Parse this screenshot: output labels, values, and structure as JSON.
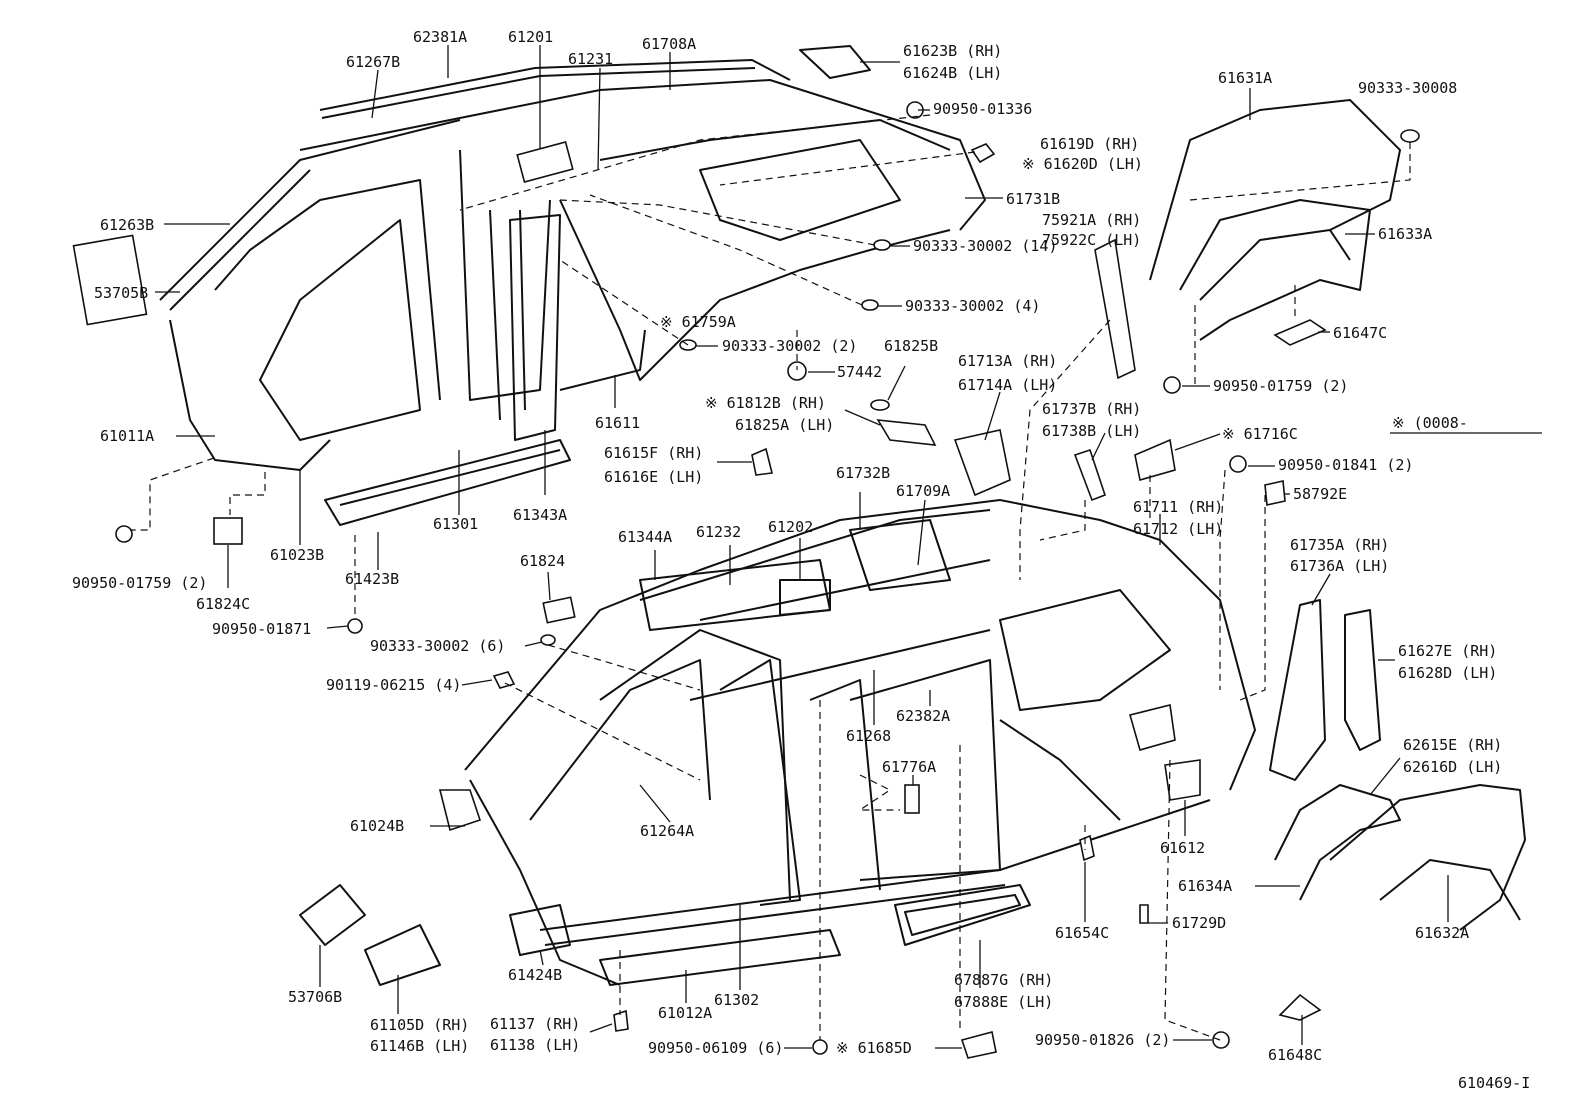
{
  "labels": [
    "62381A",
    "61201",
    "61708A",
    "61267B",
    "61231",
    "61623B (RH)",
    "61624B (LH)",
    "90950-01336",
    "61619D (RH)",
    "※ 61620D (LH)",
    "61731B",
    "61263B",
    "53705B",
    "61011A",
    "90333-30002 (14)",
    "90333-30002 (4)",
    "※ 61759A",
    "90333-30002 (2)",
    "57442",
    "61825B",
    "61611",
    "※ 61812B (RH)",
    "61825A (LH)",
    "61615F (RH)",
    "61616E (LH)",
    "61023B",
    "61301",
    "61343A",
    "61423B",
    "90950-01759 (2)",
    "61824C",
    "90950-01871",
    "61631A",
    "90333-30008",
    "61633A",
    "75921A (RH)",
    "75922C (LH)",
    "61647C",
    "90950-01759 (2)",
    "61713A (RH)",
    "61714A (LH)",
    "61737B (RH)",
    "61738B (LH)",
    "※ 61716C",
    "※ (0008-",
    "90950-01841 (2)",
    "58792E",
    "61711 (RH)",
    "61712 (LH)",
    "61735A (RH)",
    "61736A (LH)",
    "61627E (RH)",
    "61628D (LH)",
    "62615E (RH)",
    "62616D (LH)",
    "61732B",
    "61709A",
    "61344A",
    "61232",
    "61202",
    "61824",
    "90333-30002 (6)",
    "90119-06215 (4)",
    "61268",
    "62382A",
    "61776A",
    "61024B",
    "61264A",
    "61612",
    "61634A",
    "61632A",
    "61654C",
    "61729D",
    "53706B",
    "61424B",
    "61302",
    "61012A",
    "67887G (RH)",
    "67888E (LH)",
    "61105D (RH)",
    "61146B (LH)",
    "61137 (RH)",
    "61138 (LH)",
    "90950-06109 (6)",
    "※ 61685D",
    "90950-01826 (2)",
    "61648C",
    "610469-I"
  ]
}
